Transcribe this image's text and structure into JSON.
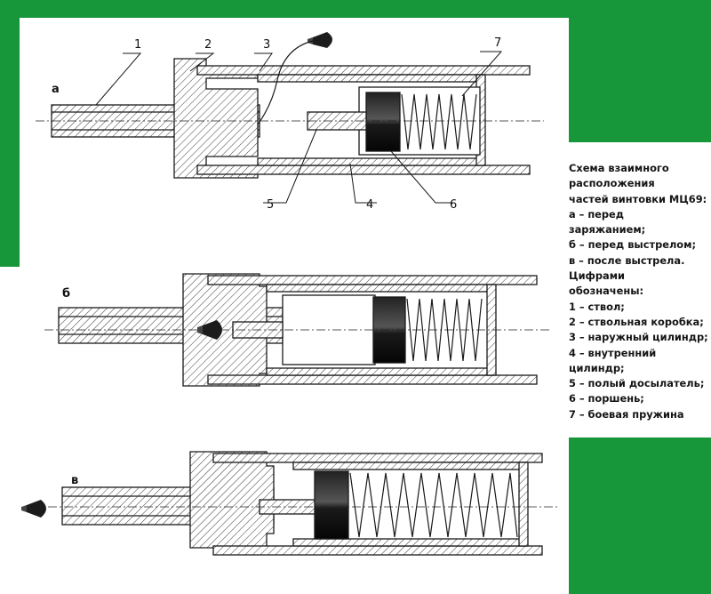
{
  "colors": {
    "background_green": "#17963a",
    "panel": "#ffffff",
    "line": "#1a1a1a",
    "piston": "#101010",
    "hatch": "#333333"
  },
  "diagram": {
    "panel_labels": [
      "а",
      "б",
      "в"
    ],
    "part_numbers": [
      "1",
      "2",
      "3",
      "4",
      "5",
      "6",
      "7"
    ],
    "icons": [
      "pellet-icon"
    ]
  },
  "legend": {
    "lines": [
      "Схема взаимного",
      "расположения",
      "частей винтовки МЦ69:",
      "а – перед",
      "заряжанием;",
      "б – перед выстрелом;",
      "в – после выстрела.",
      "Цифрами",
      "обозначены:",
      "1 – ствол;",
      "2 – ствольная коробка;",
      "3 – наружный цилиндр;",
      "4 – внутренний",
      "цилиндр;",
      "5 – полый досылатель;",
      "6 – поршень;",
      "7 – боевая пружина"
    ]
  }
}
